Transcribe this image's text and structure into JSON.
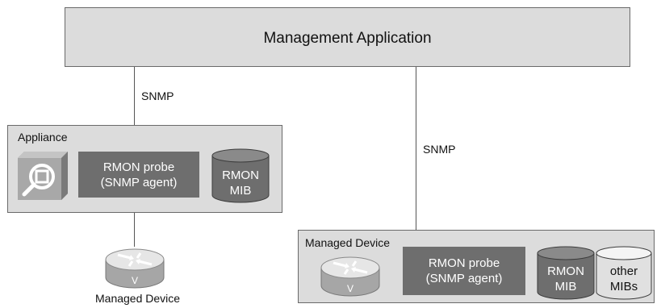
{
  "management_app": {
    "label": "Management Application"
  },
  "links": {
    "snmp_left": "SNMP",
    "snmp_right": "SNMP"
  },
  "appliance": {
    "label": "Appliance",
    "probe_line1": "RMON probe",
    "probe_line2": "(SNMP agent)",
    "mib_line1": "RMON",
    "mib_line2": "MIB"
  },
  "managed_device_left": {
    "caption": "Managed Device",
    "router_letter": "V"
  },
  "managed_device_right": {
    "label": "Managed Device",
    "router_letter": "V",
    "probe_line1": "RMON probe",
    "probe_line2": "(SNMP agent)",
    "mib_line1": "RMON",
    "mib_line2": "MIB",
    "other_line1": "other",
    "other_line2": "MIBs"
  },
  "colors": {
    "box_fill": "#dcdcdc",
    "probe_fill": "#6e6e6e",
    "cylinder_dark": "#6e6e6e",
    "cylinder_light": "#e0e0e0",
    "line": "#555555"
  }
}
